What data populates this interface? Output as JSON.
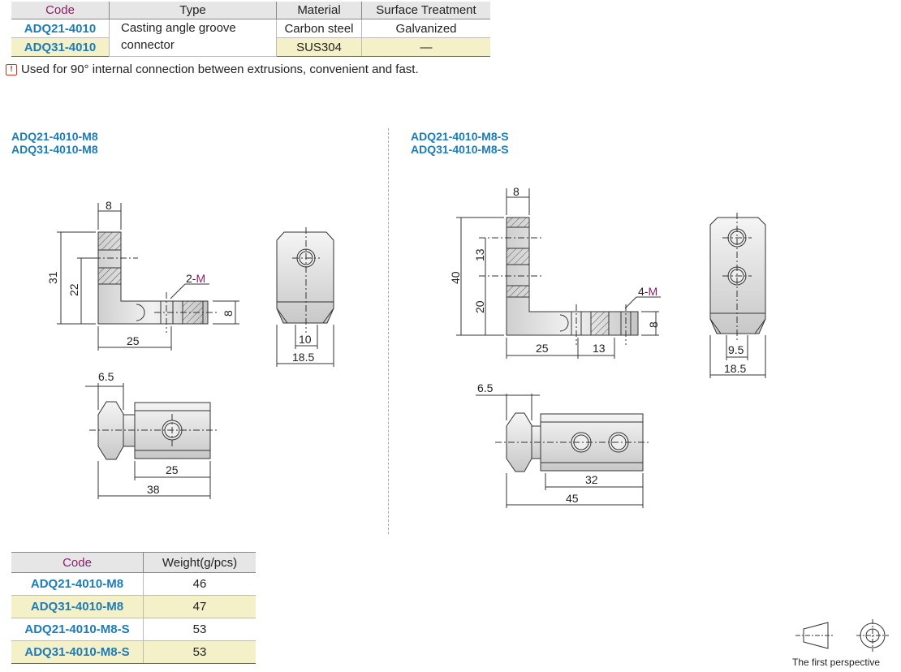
{
  "spec_table": {
    "headers": [
      "Code",
      "Type",
      "Material",
      "Surface Treatment"
    ],
    "rows": [
      {
        "code": "ADQ21-4010",
        "material": "Carbon steel",
        "surface": "Galvanized"
      },
      {
        "code": "ADQ31-4010",
        "material": "SUS304",
        "surface": "—"
      }
    ],
    "type_line1": "Casting angle groove",
    "type_line2": "connector"
  },
  "note": "Used for 90° internal connection between extrusions, convenient and fast.",
  "left_titles": [
    "ADQ21-4010-M8",
    "ADQ31-4010-M8"
  ],
  "right_titles": [
    "ADQ21-4010-M8-S",
    "ADQ31-4010-M8-S"
  ],
  "left_dims": {
    "top": "8",
    "h_total": "31",
    "h_inner": "22",
    "thread": "2-M",
    "thick": "8",
    "len": "25",
    "w_inner": "10",
    "w_outer": "18.5",
    "off": "6.5",
    "len2": "25",
    "len_total": "38"
  },
  "right_dims": {
    "top": "8",
    "h_total": "40",
    "h_a": "13",
    "h_b": "20",
    "thread": "4-M",
    "thick": "8",
    "len_a": "25",
    "len_b": "13",
    "w_inner": "9.5",
    "w_outer": "18.5",
    "off": "6.5",
    "len2": "32",
    "len_total": "45"
  },
  "weight_table": {
    "headers": [
      "Code",
      "Weight(g/pcs)"
    ],
    "rows": [
      {
        "code": "ADQ21-4010-M8",
        "weight": "46"
      },
      {
        "code": "ADQ31-4010-M8",
        "weight": "47"
      },
      {
        "code": "ADQ21-4010-M8-S",
        "weight": "53"
      },
      {
        "code": "ADQ31-4010-M8-S",
        "weight": "53"
      }
    ]
  },
  "perspective_label": "The first perspective",
  "colors": {
    "code_blue": "#1b7cb8",
    "header_magenta": "#8b1f6b",
    "highlight": "#f4f0c8"
  }
}
